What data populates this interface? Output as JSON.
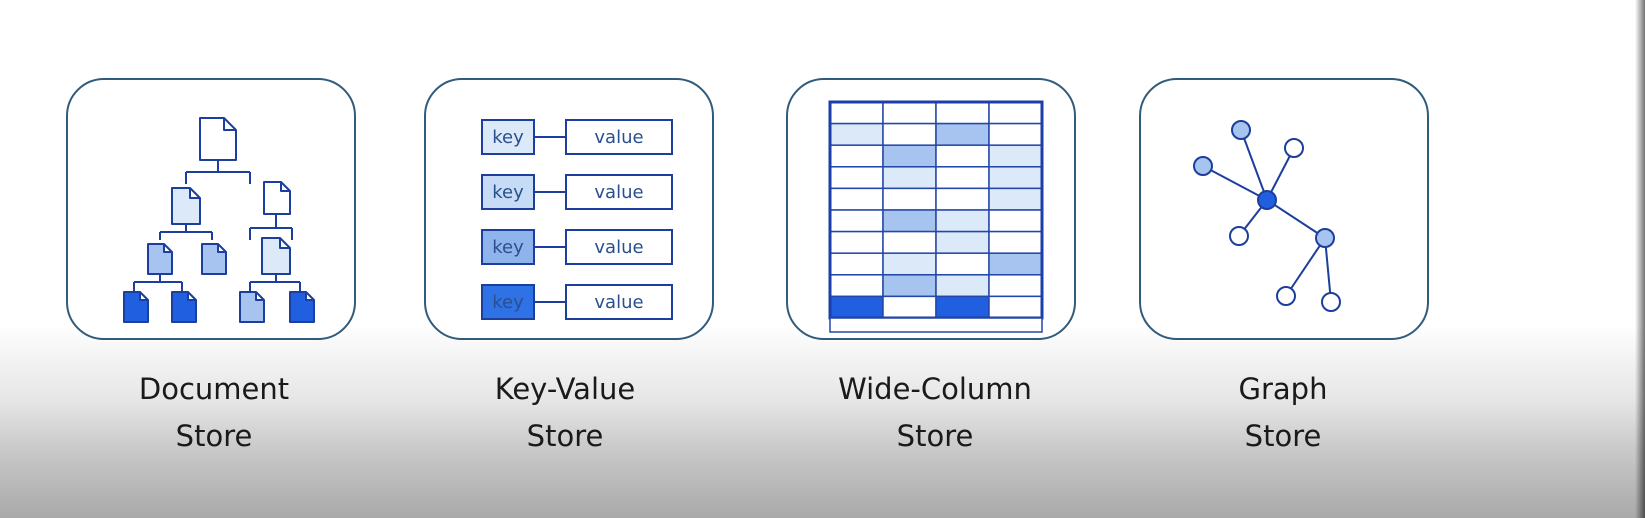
{
  "stores": [
    {
      "id": "document",
      "line1": "Document",
      "line2": "Store"
    },
    {
      "id": "key-value",
      "line1": "Key-Value",
      "line2": "Store"
    },
    {
      "id": "wide-column",
      "line1": "Wide-Column",
      "line2": "Store"
    },
    {
      "id": "graph",
      "line1": "Graph",
      "line2": "Store"
    }
  ],
  "kv_rows": [
    {
      "key": "key",
      "value": "value"
    },
    {
      "key": "key",
      "value": "value"
    },
    {
      "key": "key",
      "value": "value"
    },
    {
      "key": "key",
      "value": "value"
    }
  ],
  "colors": {
    "card_border": "#2f5b7c",
    "diagram_stroke": "#1c3e9c",
    "fill_light": "#dbe9f8",
    "fill_mid": "#a6c4ef",
    "fill_dark": "#1f5fe0"
  }
}
